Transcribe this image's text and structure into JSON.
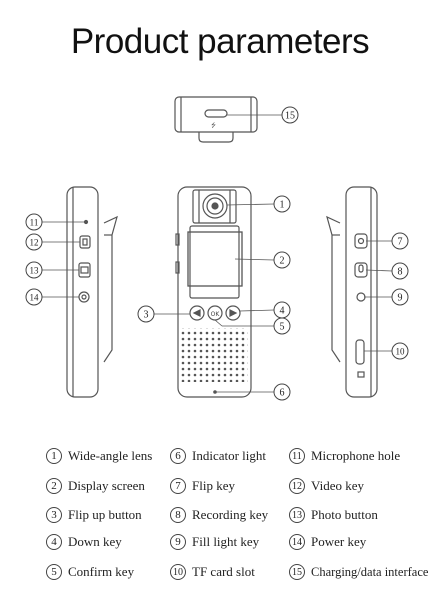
{
  "title": "Product parameters",
  "callouts": [
    "1",
    "2",
    "3",
    "4",
    "5",
    "6",
    "7",
    "8",
    "9",
    "10",
    "11",
    "12",
    "13",
    "14",
    "15"
  ],
  "legend": [
    {
      "num": "1",
      "label": "Wide-angle lens"
    },
    {
      "num": "2",
      "label": "Display screen"
    },
    {
      "num": "3",
      "label": "Flip up button"
    },
    {
      "num": "4",
      "label": "Down key"
    },
    {
      "num": "5",
      "label": "Confirm key"
    },
    {
      "num": "6",
      "label": "Indicator light"
    },
    {
      "num": "7",
      "label": "Flip key"
    },
    {
      "num": "8",
      "label": "Recording key"
    },
    {
      "num": "9",
      "label": "Fill light key"
    },
    {
      "num": "10",
      "label": "TF card slot"
    },
    {
      "num": "11",
      "label": "Microphone hole"
    },
    {
      "num": "12",
      "label": "Video key"
    },
    {
      "num": "13",
      "label": "Photo button"
    },
    {
      "num": "14",
      "label": "Power key"
    },
    {
      "num": "15",
      "label": "Charging/data interface"
    }
  ],
  "ok_key": "OK"
}
